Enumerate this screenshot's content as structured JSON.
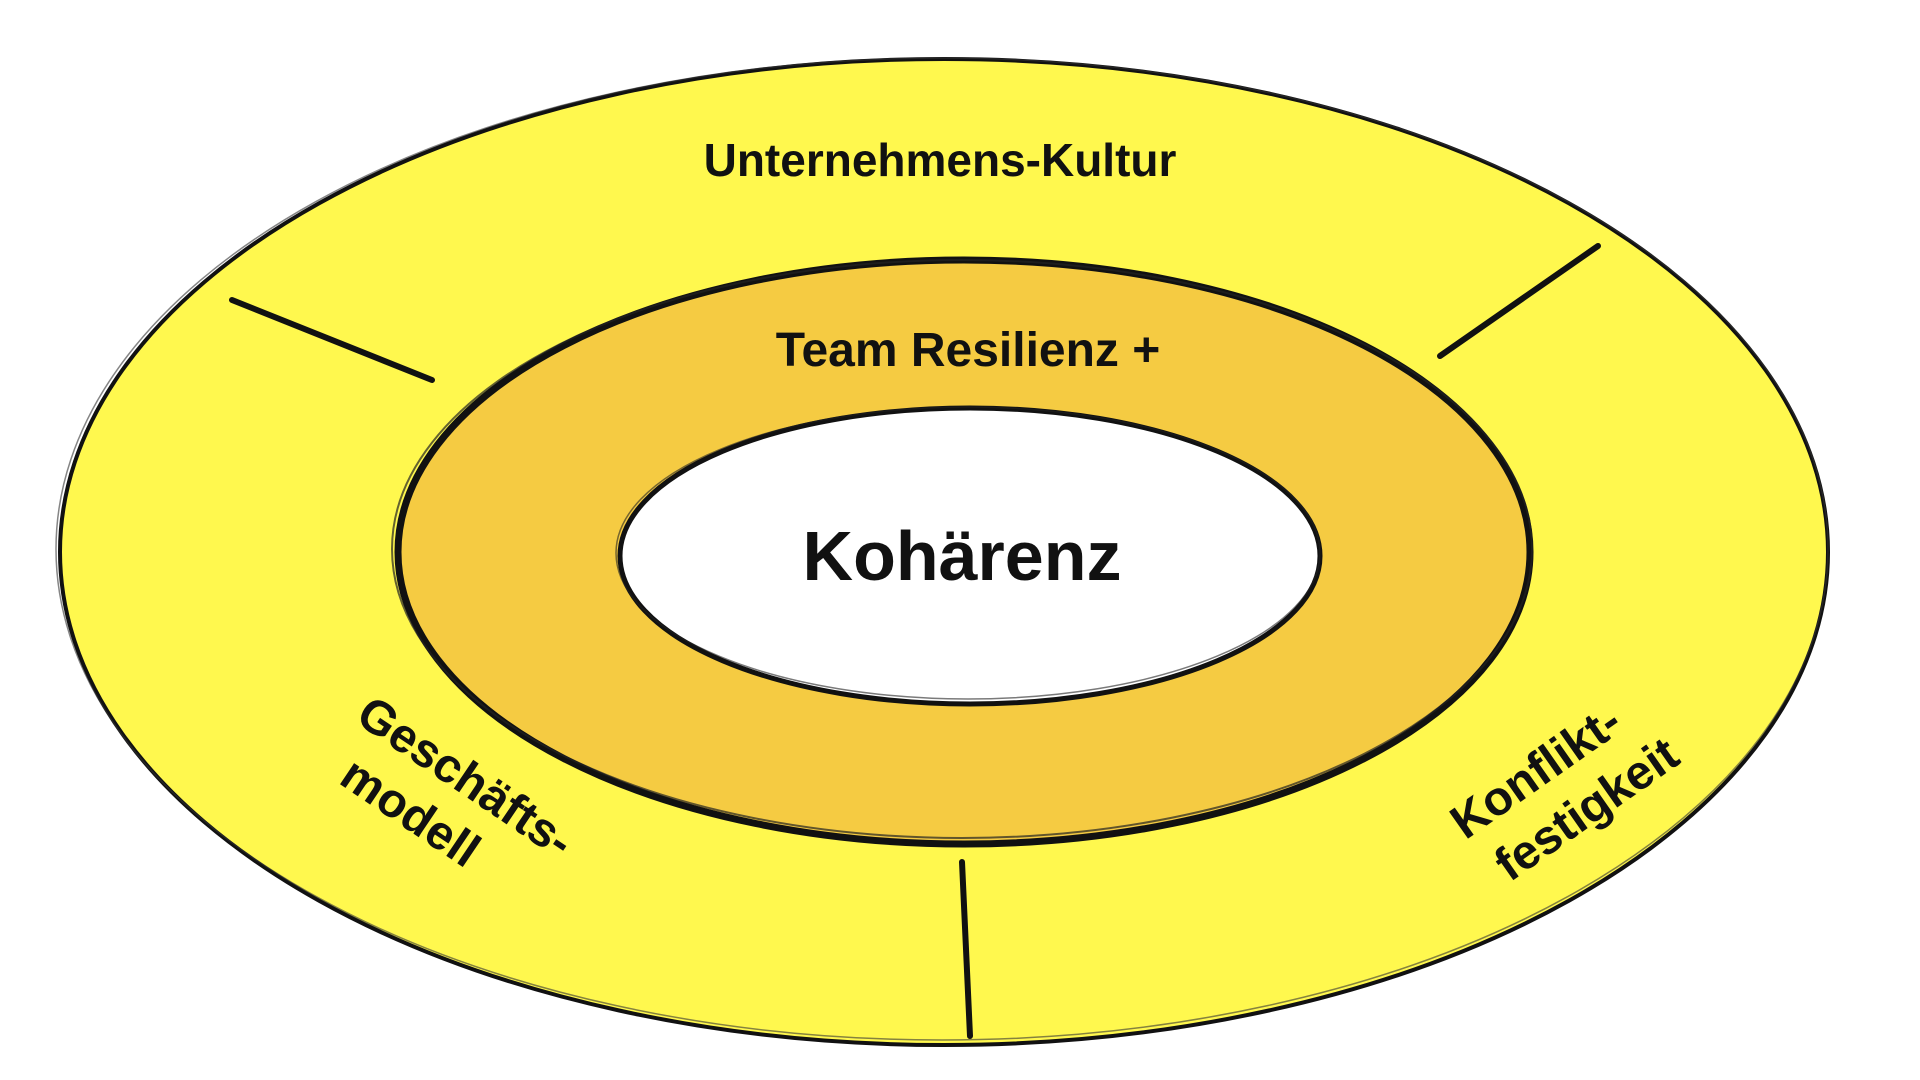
{
  "diagram": {
    "outer_ring": {
      "label": "Unternehmens-Kultur",
      "segments": {
        "left": {
          "line1": "Geschäfts-",
          "line2": "modell"
        },
        "right": {
          "line1": "Konflikt-",
          "line2": "festigkeit"
        }
      }
    },
    "middle_ring": {
      "label": "Team Resilienz +"
    },
    "center": {
      "label": "Kohärenz"
    }
  },
  "colors": {
    "outer_ring": "#FFF84E",
    "middle_ring": "#F5CB42",
    "center": "#FFFFFF",
    "stroke": "#111111"
  }
}
